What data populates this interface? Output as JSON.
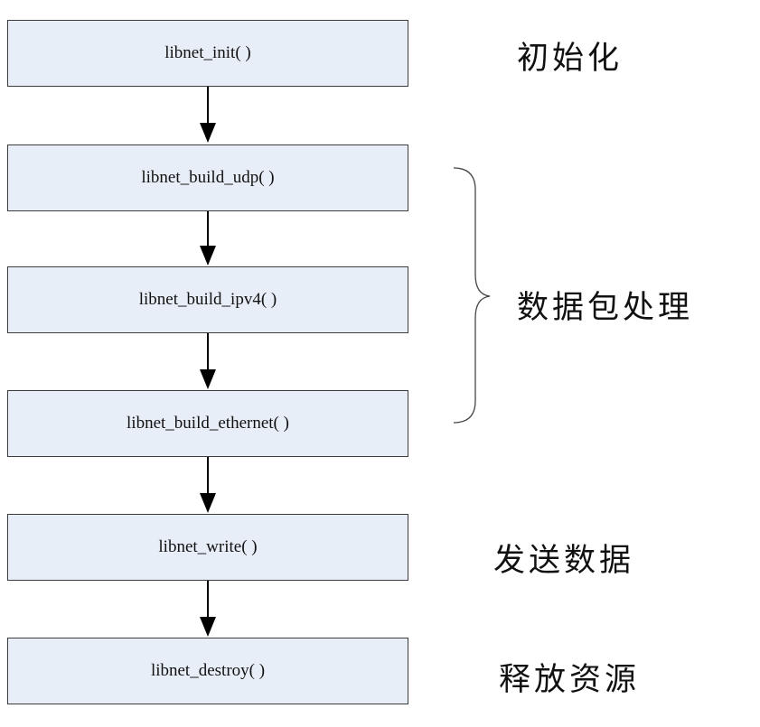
{
  "diagram": {
    "box_fill": "#e8eef7",
    "box_border": "#3c3c3c",
    "steps": [
      "libnet_init( )",
      "libnet_build_udp( )",
      "libnet_build_ipv4( )",
      "libnet_build_ethernet( )",
      "libnet_write( )",
      "libnet_destroy( )"
    ],
    "phases": {
      "init": "初始化",
      "packet_processing": "数据包处理",
      "send_data": "发送数据",
      "release_resources": "释放资源"
    }
  }
}
